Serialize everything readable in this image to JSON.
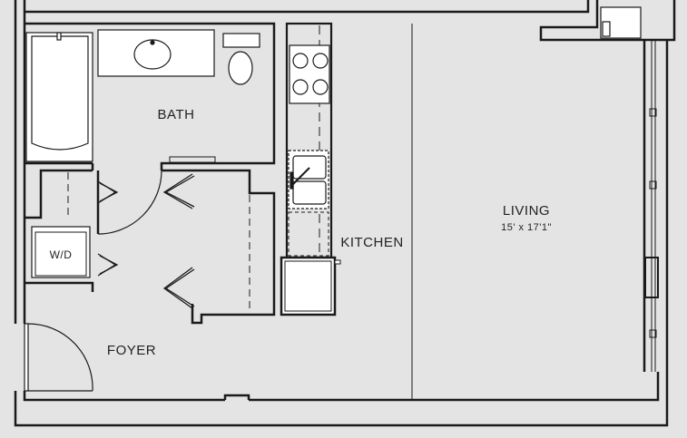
{
  "rooms": {
    "bath": {
      "label": "BATH"
    },
    "kitchen": {
      "label": "KITCHEN"
    },
    "living": {
      "label": "LIVING",
      "dimensions": "15' x 17'1\""
    },
    "foyer": {
      "label": "FOYER"
    },
    "laundry": {
      "label": "W/D"
    }
  },
  "colors": {
    "background": "#e4e4e4",
    "wall": "#1a1a1a",
    "fixture": "#ffffff"
  }
}
